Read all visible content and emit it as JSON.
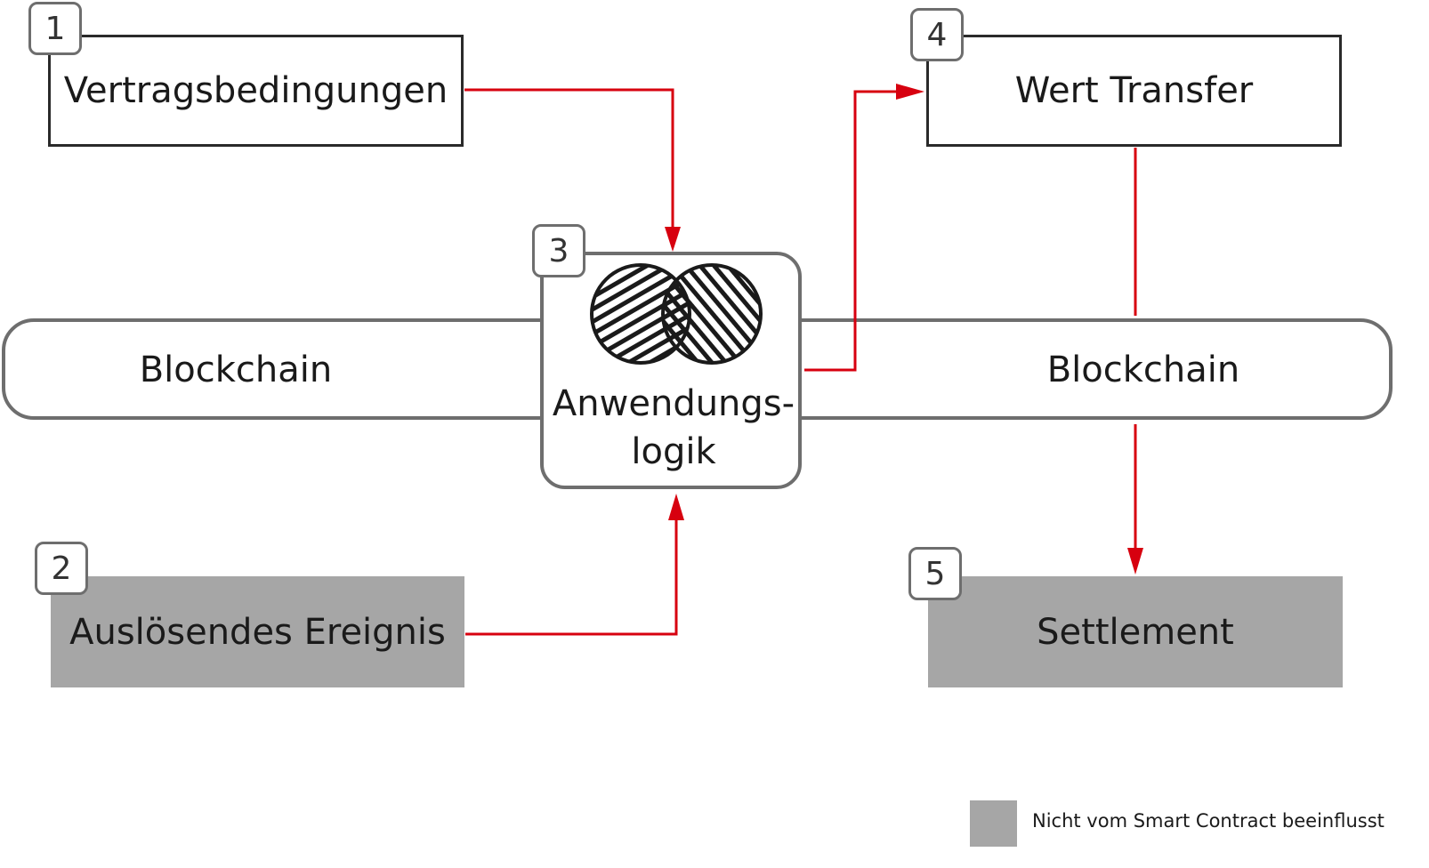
{
  "diagram": {
    "nodes": [
      {
        "id": 1,
        "badge": "1",
        "label": "Vertragsbedingungen",
        "style": "outlined"
      },
      {
        "id": 2,
        "badge": "2",
        "label": "Auslösendes Ereignis",
        "style": "grey"
      },
      {
        "id": 3,
        "badge": "3",
        "label_line1": "Anwendungs-",
        "label_line2": "logik",
        "icon": "venn-diagram-icon"
      },
      {
        "id": 4,
        "badge": "4",
        "label": "Wert Transfer",
        "style": "outlined"
      },
      {
        "id": 5,
        "badge": "5",
        "label": "Settlement",
        "style": "grey"
      }
    ],
    "band": {
      "left_label": "Blockchain",
      "right_label": "Blockchain"
    },
    "edges": [
      {
        "from": 1,
        "to": 3
      },
      {
        "from": 2,
        "to": 3
      },
      {
        "from": 3,
        "to": 4
      },
      {
        "from": 4,
        "to": 5,
        "via": "Blockchain"
      }
    ],
    "legend": {
      "label": "Nicht vom Smart Contract beeinflusst",
      "swatch_color": "#a6a6a6"
    },
    "colors": {
      "arrow": "#d7000f",
      "outline": "#2a2a2a",
      "band": "#6e6e6e",
      "grey_fill": "#a6a6a6"
    }
  }
}
